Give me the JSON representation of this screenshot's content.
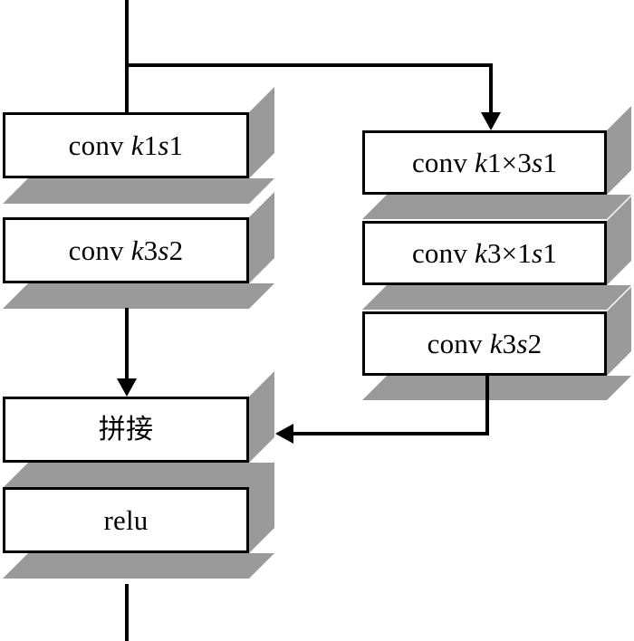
{
  "diagram": {
    "title": "Residual/Inception-style convolution block with concatenation",
    "colors": {
      "box_face": "#ffffff",
      "box_shadow": "#9a9a9a",
      "stroke": "#000000",
      "background": "#ffffff"
    },
    "left_branch": [
      {
        "id": "left-conv-k1s1",
        "prefix": "conv ",
        "k": "k",
        "k_val": "1",
        "s": "s",
        "s_val": "1",
        "text": "conv k1s1"
      },
      {
        "id": "left-conv-k3s2",
        "prefix": "conv ",
        "k": "k",
        "k_val": "3",
        "s": "s",
        "s_val": "2",
        "text": "conv k3s2"
      }
    ],
    "right_branch": [
      {
        "id": "right-conv-k1x3s1",
        "prefix": "conv ",
        "k": "k",
        "k_val": "1×3",
        "s": "s",
        "s_val": "1",
        "text": "conv k1×3s1"
      },
      {
        "id": "right-conv-k3x1s1",
        "prefix": "conv ",
        "k": "k",
        "k_val": "3×1",
        "s": "s",
        "s_val": "1",
        "text": "conv k3×1s1"
      },
      {
        "id": "right-conv-k3s2",
        "prefix": "conv ",
        "k": "k",
        "k_val": "3",
        "s": "s",
        "s_val": "2",
        "text": "conv k3s2"
      }
    ],
    "merge": [
      {
        "id": "concat",
        "text": "拼接",
        "cjk": true
      },
      {
        "id": "relu",
        "text": "relu",
        "cjk": false
      }
    ],
    "connectors": [
      {
        "id": "input-trunk",
        "type": "line-vertical",
        "name": "input-line"
      },
      {
        "id": "split-branch",
        "type": "line-horizontal",
        "name": "split-line"
      },
      {
        "id": "to-right-branch",
        "type": "arrow-down",
        "name": "arrow-into-right-branch"
      },
      {
        "id": "left-to-concat",
        "type": "arrow-down",
        "name": "arrow-left-branch-to-concat"
      },
      {
        "id": "right-to-concat",
        "type": "arrow-left",
        "name": "arrow-right-branch-to-concat"
      },
      {
        "id": "output-trunk",
        "type": "line-vertical",
        "name": "output-line"
      }
    ]
  }
}
